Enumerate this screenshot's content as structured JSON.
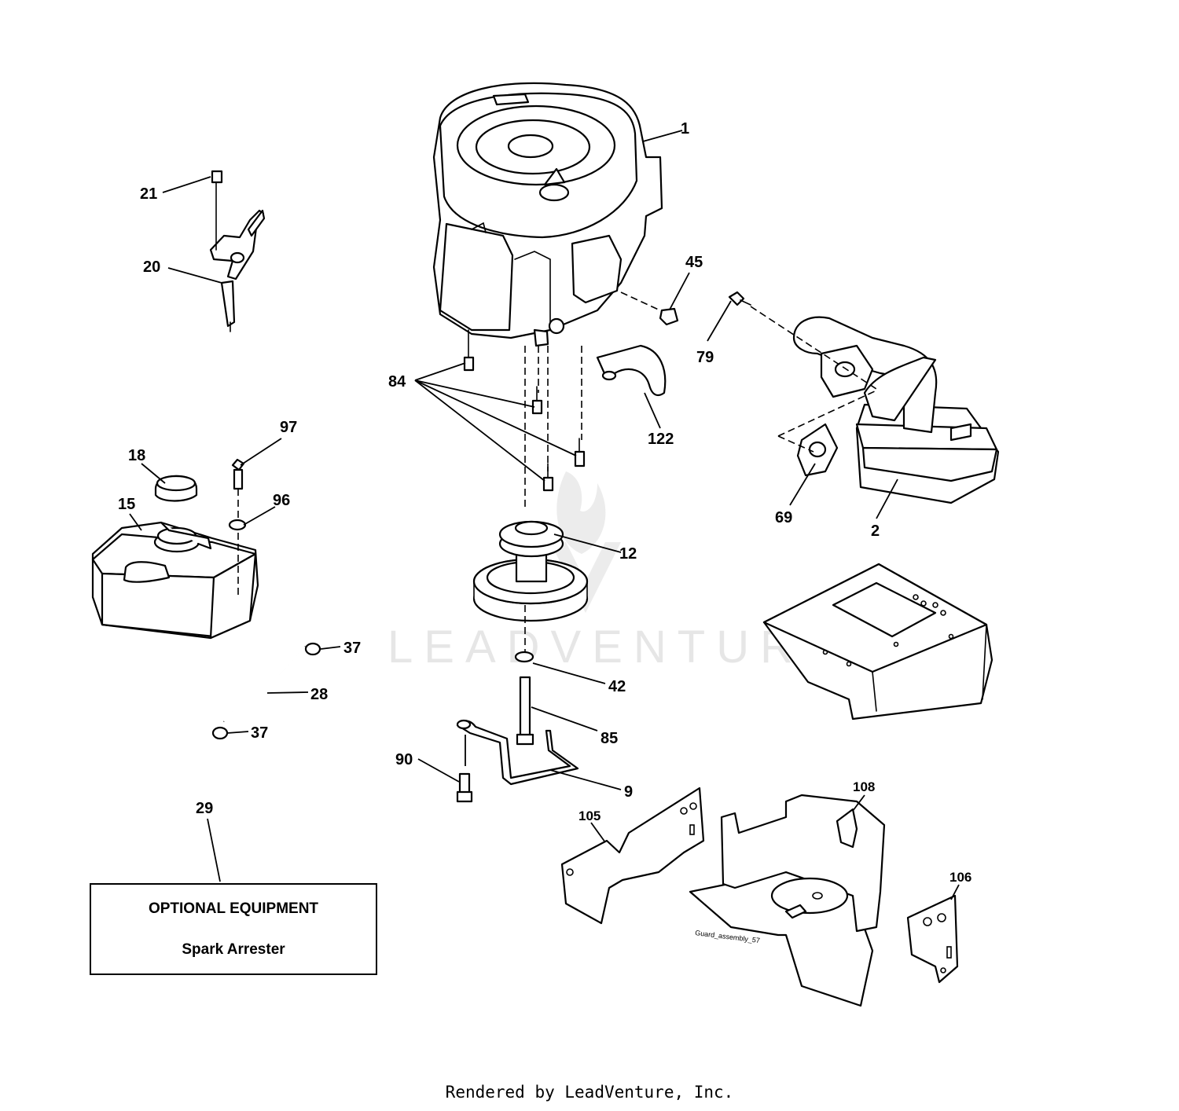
{
  "watermark": "LEADVENTURE",
  "callouts": {
    "c1": "1",
    "c2": "2",
    "c9": "9",
    "c12": "12",
    "c15": "15",
    "c18": "18",
    "c20": "20",
    "c21": "21",
    "c28": "28",
    "c29": "29",
    "c37a": "37",
    "c37b": "37",
    "c42": "42",
    "c45": "45",
    "c69": "69",
    "c79": "79",
    "c84": "84",
    "c85": "85",
    "c90": "90",
    "c96": "96",
    "c97": "97",
    "c105": "105",
    "c106": "106",
    "c108": "108",
    "c122": "122"
  },
  "guard_stamp": "Guard_assembly_57",
  "optional_box": {
    "title": "OPTIONAL EQUIPMENT",
    "item": "Spark Arrester"
  },
  "footer": "Rendered by LeadVenture, Inc."
}
